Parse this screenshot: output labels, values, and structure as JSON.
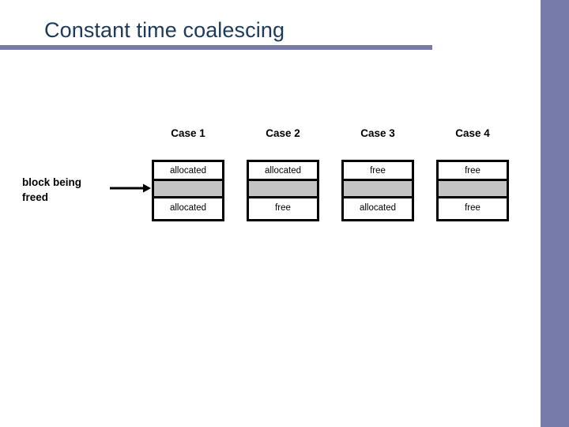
{
  "slide": {
    "title": "Constant time coalescing",
    "accent_color": "#777ba9",
    "title_color": "#1b3a5c",
    "block_fill_color": "#c3c3c3",
    "border_color": "#000000",
    "background_color": "#ffffff"
  },
  "annotation": {
    "label_line1": "block being",
    "label_line2": "freed",
    "arrow_icon": "arrow-right-icon"
  },
  "cases": [
    {
      "header": "Case 1",
      "top_label": "allocated",
      "middle_label": "",
      "bottom_label": "allocated"
    },
    {
      "header": "Case 2",
      "top_label": "allocated",
      "middle_label": "",
      "bottom_label": "free"
    },
    {
      "header": "Case 3",
      "top_label": "free",
      "middle_label": "",
      "bottom_label": "allocated"
    },
    {
      "header": "Case 4",
      "top_label": "free",
      "middle_label": "",
      "bottom_label": "free"
    }
  ]
}
